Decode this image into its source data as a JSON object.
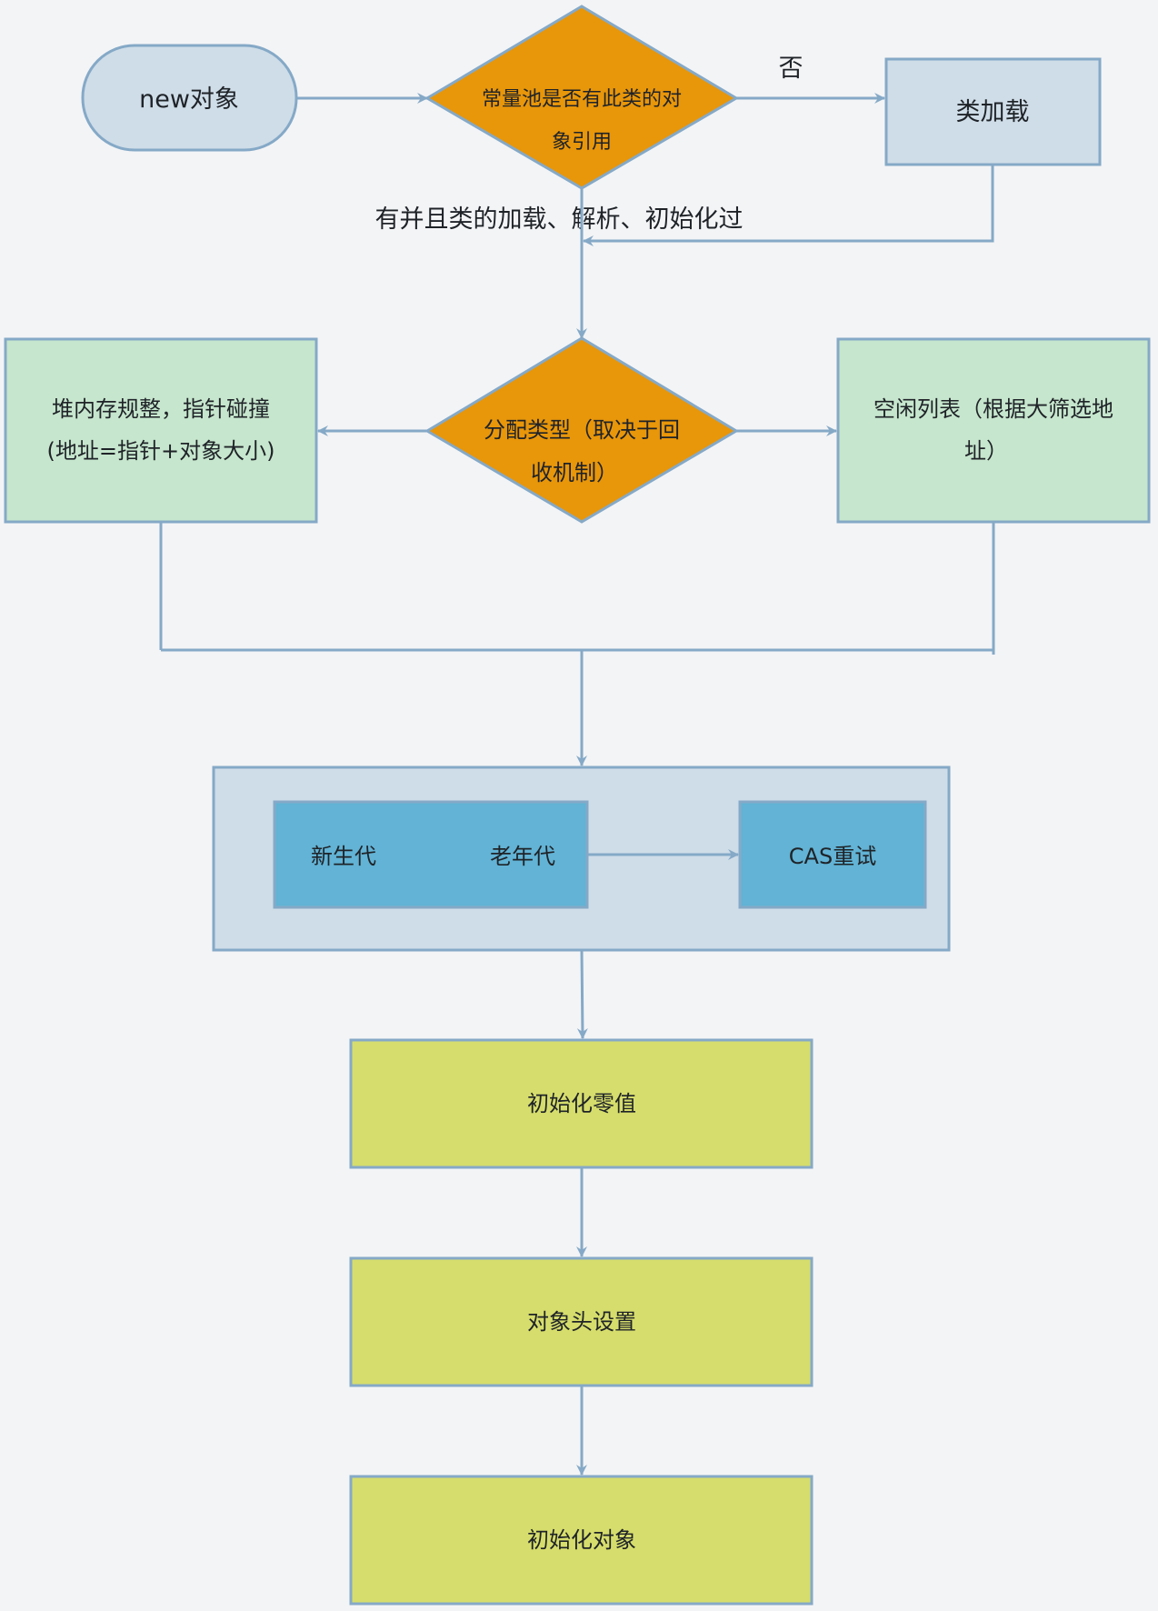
{
  "start": {
    "label": "new对象"
  },
  "decision_pool": {
    "line1": "常量池是否有此类的对",
    "line2": "象引用"
  },
  "edge_no": {
    "label": "否"
  },
  "class_load": {
    "label": "类加载"
  },
  "edge_yes": {
    "label": "有并且类的加载、解析、初始化过"
  },
  "decision_alloc": {
    "line1": "分配类型（取决于回",
    "line2": "收机制）"
  },
  "bump_pointer": {
    "line1": "堆内存规整，指针碰撞",
    "line2": "(地址=指针+对象大小)"
  },
  "free_list": {
    "line1": "空闲列表（根据大筛选地",
    "line2": "址）"
  },
  "concurrency": {
    "young": "新生代",
    "old": "老年代",
    "cas": "CAS重试"
  },
  "steps": {
    "zero_init": "初始化零值",
    "header_setup": "对象头设置",
    "object_init": "初始化对象"
  },
  "colors": {
    "background": "#f3f4f6",
    "stroke": "#85a9c7",
    "grey_blue_fill": "#cfdde8",
    "orange_fill": "#e8960a",
    "green_fill": "#c6e6cd",
    "blue_fill": "#62b3d5",
    "yellow_fill": "#d6dd6c",
    "text": "#1f2328"
  }
}
